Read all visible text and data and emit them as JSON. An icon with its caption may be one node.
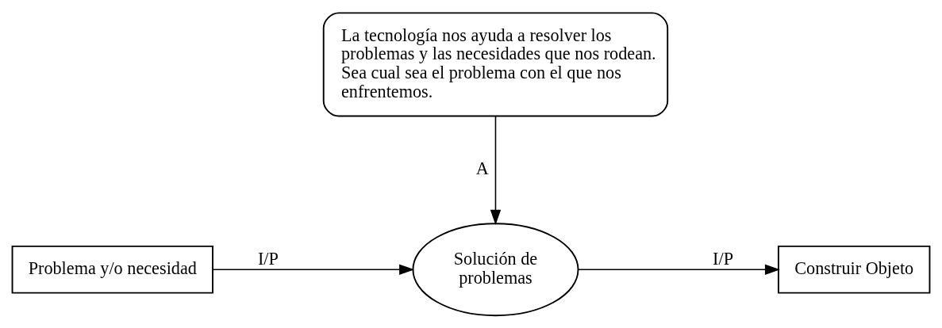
{
  "diagram": {
    "nodes": [
      {
        "text": [
          "La tecnología nos ayuda a resolver los problemas y las necesidades que nos rodean. Sea cual sea el problema con el que nos enfrentemos."
        ]
      },
      {
        "text": [
          "Problema y/o necesidad"
        ]
      },
      {
        "text": [
          "Solución de problemas"
        ]
      },
      {
        "text": [
          "Construir Objeto"
        ]
      }
    ],
    "edges": [
      {
        "from": 1,
        "to": 2,
        "arrow": "to",
        "label": "I/P"
      },
      {
        "from": 2,
        "to": 3,
        "arrow": "to",
        "label": "I/P"
      },
      {
        "from": 0,
        "to": 2,
        "arrow": "to",
        "label": "A"
      }
    ]
  }
}
